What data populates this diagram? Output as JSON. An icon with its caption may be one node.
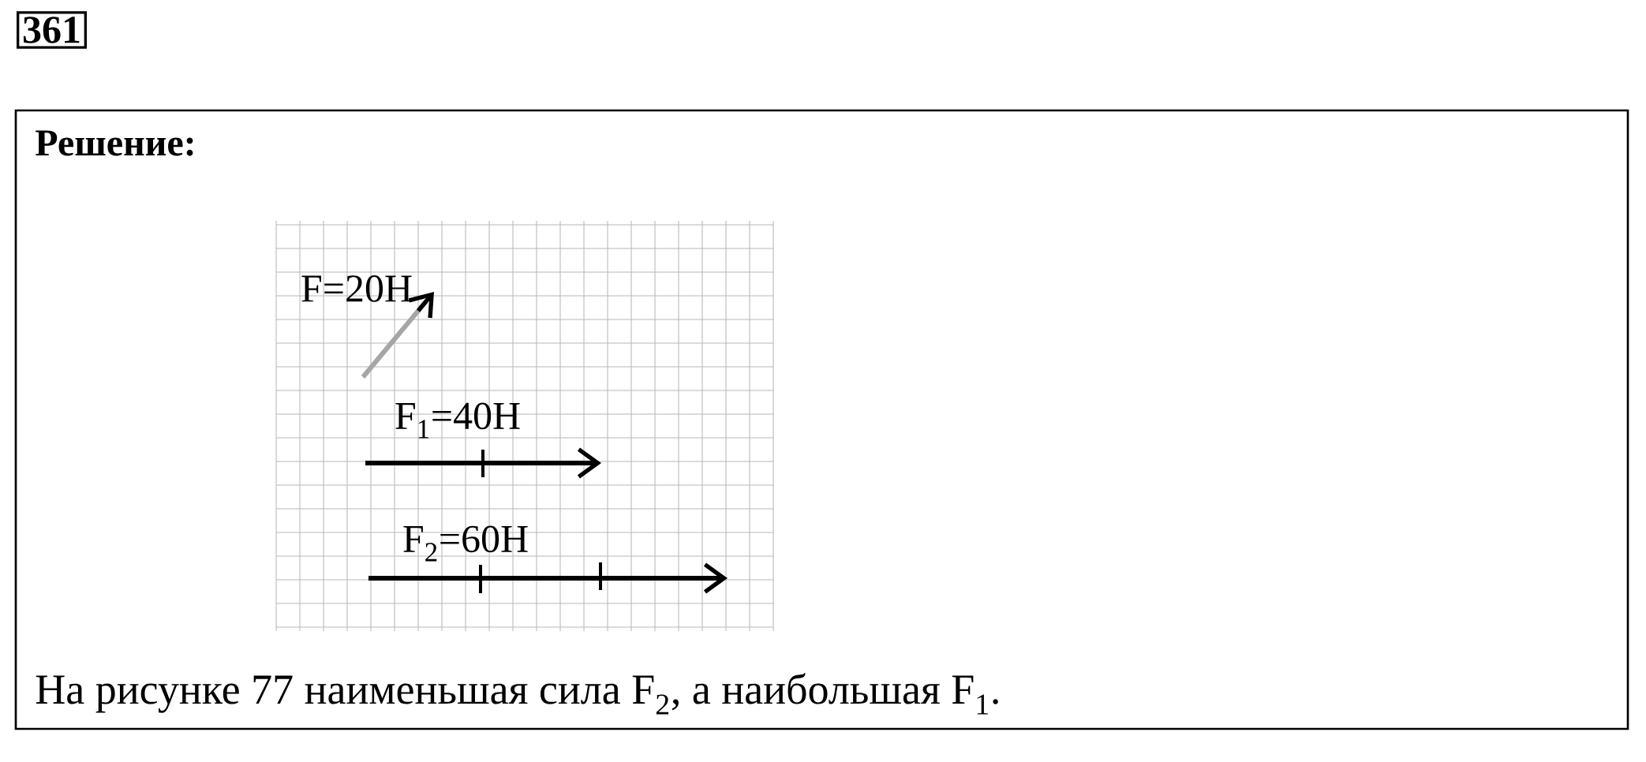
{
  "diagram": {
    "title": "Решение:",
    "labels": [
      "361",
      "F=20Н",
      "F$_{1}$=40Н",
      "F$_{2}$=60Н"
    ],
    "caption": "На рисунке 77 наименьшая сила F$_{2}$, а наибольшая F$_{1}$."
  }
}
